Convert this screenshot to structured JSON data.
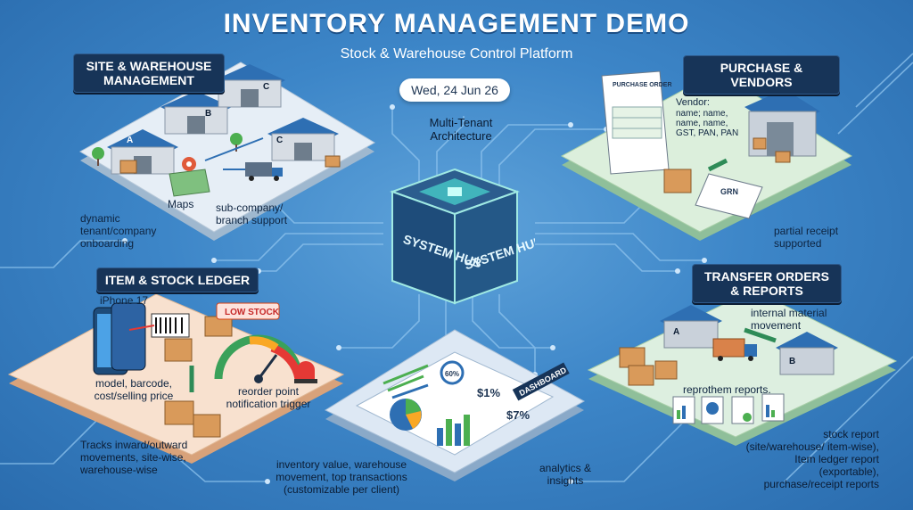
{
  "header": {
    "title": "INVENTORY MANAGEMENT DEMO",
    "subtitle": "Stock & Warehouse Control Platform",
    "date": "Wed, 24 Jun 26"
  },
  "hub": {
    "caption": "Multi-Tenant Architecture",
    "face_left": "SYSTEM HUB",
    "face_right": "SYSTEM HUB"
  },
  "site": {
    "heading": "SITE & WAREHOUSE MANAGEMENT",
    "warehouse_labels": [
      "A",
      "B",
      "C",
      "C"
    ],
    "maps_label": "Maps",
    "branch_note": "sub-company/ branch support",
    "onboarding_note": "dynamic tenant/company onboarding"
  },
  "purchase": {
    "heading": "PURCHASE & VENDORS",
    "po_title": "PURCHASE ORDER",
    "vendor_title": "Vendor:",
    "vendor_fields": "name; name, name, name, GST, PAN, PAN",
    "grn_label": "GRN",
    "receipt_note": "partial receipt supported"
  },
  "item": {
    "heading": "ITEM & STOCK LEDGER",
    "device_label": "iPhone 17",
    "low_stock": "LOW STOCK",
    "model_note": "model, barcode, cost/selling price",
    "reorder_note": "reorder point notification trigger",
    "tracks_note": "Tracks inward/outward movements, site-wise, warehouse-wise"
  },
  "dashboard": {
    "tag": "DASHBOARD",
    "stat_1": "60%",
    "stat_2": "$1%",
    "stat_3": "$7%",
    "value_note": "inventory value, warehouse movement, top transactions (customizable per client)",
    "analytics_note": "analytics & insights"
  },
  "transfer": {
    "heading": "TRANSFER ORDERS & REPORTS",
    "movement_note": "internal material movement",
    "wh_a": "A",
    "wh_b": "B",
    "reports_note": "reprothem reports.",
    "stock_report_note": "stock report (site/warehouse/ item-wise), Item ledger report (exportable), purchase/receipt reports"
  },
  "colors": {
    "background": "#3d86c8",
    "label_bg": "#173458",
    "site_platform": "#e6eef6",
    "purchase_platform": "#dcefdc",
    "item_platform": "#f8e1cf",
    "dashboard_platform": "#dde8f4",
    "transfer_platform": "#ddefe0",
    "hub_glow": "#4de3d6"
  },
  "icons": [
    "warehouse-icon",
    "map-pin-icon",
    "truck-icon",
    "box-icon",
    "document-icon",
    "barcode-icon",
    "smartphone-icon",
    "gauge-icon",
    "alarm-light-icon",
    "pie-chart-icon",
    "bar-chart-icon",
    "arrow-icon"
  ]
}
